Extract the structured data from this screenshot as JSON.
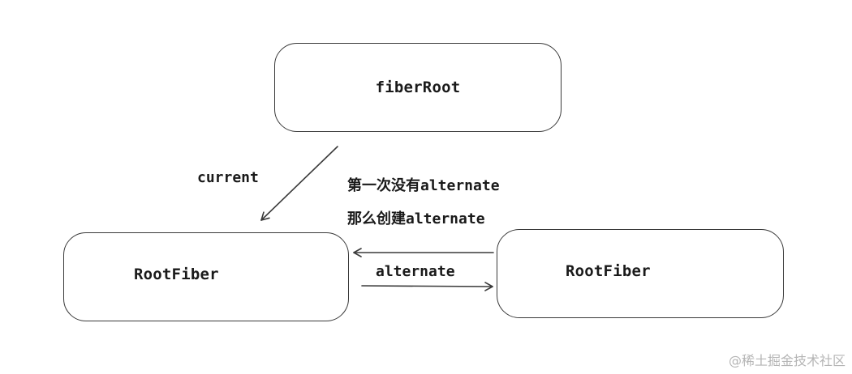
{
  "nodes": {
    "fiber_root": "fiberRoot",
    "root_fiber_current": "RootFiber",
    "root_fiber_alternate": "RootFiber"
  },
  "edges": {
    "current_label": "current",
    "alternate_label": "alternate"
  },
  "note": {
    "line1": "第一次没有alternate",
    "line2": "那么创建alternate"
  },
  "watermark": "@稀土掘金技术社区",
  "colors": {
    "stroke": "#3a3a3a",
    "text": "#1a1a1a",
    "watermark": "#b5b5b5"
  }
}
